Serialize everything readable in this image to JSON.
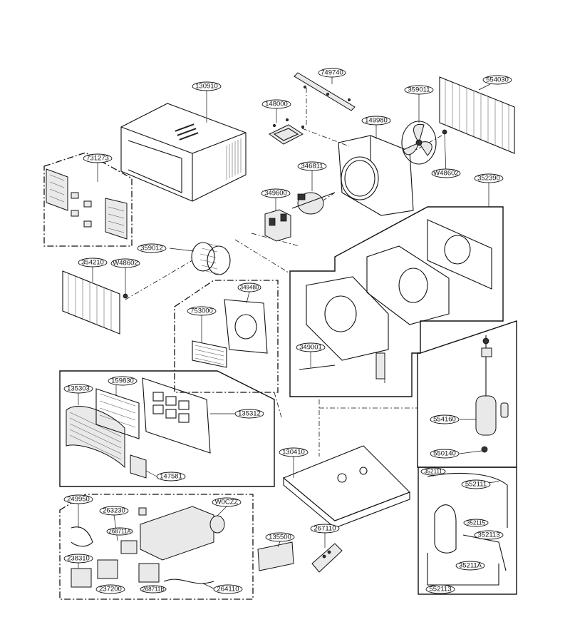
{
  "diagram": {
    "labels": [
      "130910",
      "749740",
      "359011",
      "554030",
      "148000",
      "149980",
      "731273",
      "346811",
      "W48602",
      "352390",
      "349600",
      "359012",
      "354210",
      "W48602",
      "349480",
      "753000",
      "349001",
      "135303",
      "159830",
      "135312",
      "554160",
      "550140",
      "147581",
      "130410",
      "352111",
      "552111",
      "352115",
      "352113",
      "35211A",
      "552113",
      "249950",
      "263230",
      "W0CZZ",
      "268711A",
      "238310",
      "237200",
      "268711B",
      "264110",
      "135500",
      "267110"
    ]
  }
}
